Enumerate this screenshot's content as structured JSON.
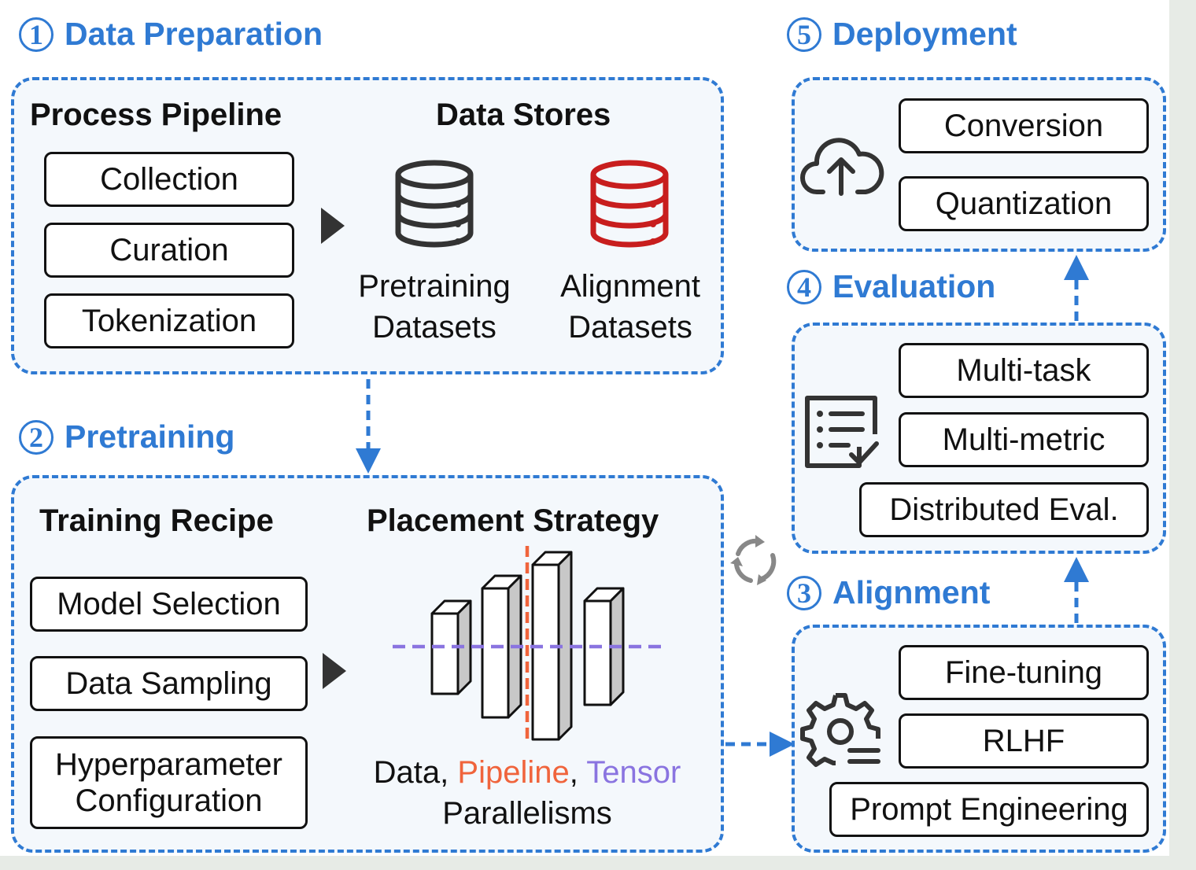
{
  "colors": {
    "accent": "#2f7ad3",
    "pipeline": "#f0643c",
    "tensor": "#8a74e0",
    "alignment_store": "#c81e1e",
    "panel_fill": "#f4f8fc"
  },
  "stages": {
    "data_preparation": {
      "number": "1",
      "title": "Data Preparation",
      "process_heading": "Process Pipeline",
      "process_steps": [
        "Collection",
        "Curation",
        "Tokenization"
      ],
      "stores_heading": "Data Stores",
      "stores": [
        {
          "line1": "Pretraining",
          "line2": "Datasets",
          "icon": "database-icon"
        },
        {
          "line1": "Alignment",
          "line2": "Datasets",
          "icon": "database-icon"
        }
      ]
    },
    "pretraining": {
      "number": "2",
      "title": "Pretraining",
      "recipe_heading": "Training Recipe",
      "recipe_items": [
        "Model Selection",
        "Data Sampling",
        "Hyperparameter",
        "Configuration"
      ],
      "placement_heading": "Placement Strategy",
      "parallelism": {
        "data": "Data",
        "sep1": ", ",
        "pipeline": "Pipeline",
        "sep2": ", ",
        "tensor": "Tensor",
        "line2": "Parallelisms"
      }
    },
    "alignment": {
      "number": "3",
      "title": "Alignment",
      "items": [
        "Fine-tuning",
        "RLHF",
        "Prompt Engineering"
      ],
      "icon": "gear-icon"
    },
    "evaluation": {
      "number": "4",
      "title": "Evaluation",
      "items": [
        "Multi-task",
        "Multi-metric",
        "Distributed Eval."
      ],
      "icon": "checklist-icon"
    },
    "deployment": {
      "number": "5",
      "title": "Deployment",
      "items": [
        "Conversion",
        "Quantization"
      ],
      "icon": "cloud-upload-icon"
    }
  }
}
